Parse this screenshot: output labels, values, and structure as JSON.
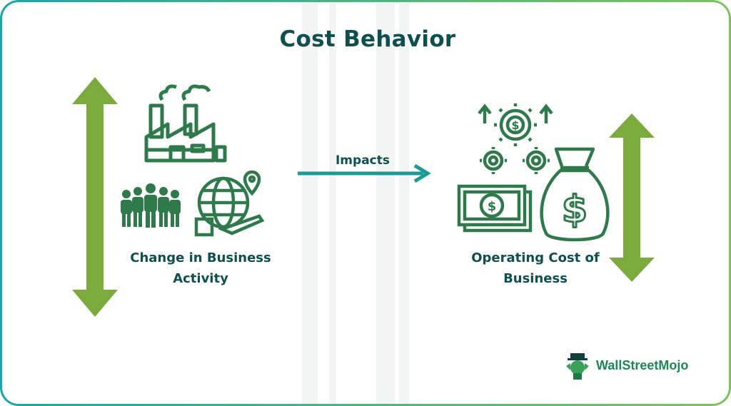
{
  "title": "Cost Behavior",
  "left_label": "Change in Business Activity",
  "left_label_lines": [
    "Change in Business",
    "Activity"
  ],
  "arrow_label": "Impacts",
  "right_label_lines": [
    "Operating Cost of",
    "Business"
  ],
  "brand": "WallStreetMojo",
  "colors": {
    "title": "#0e4f4f",
    "icon": "#2e7a4a",
    "double_arrow": "#7aab3c",
    "impact_arrow": "#1b9a96",
    "brand": "#1a8a50"
  },
  "icons": [
    "factory-icon",
    "workers-icon",
    "globe-logistics-icon",
    "gears-dollar-icon",
    "banknote-icon",
    "money-bag-icon",
    "double-arrow-icon",
    "right-arrow-icon",
    "mascot-icon"
  ]
}
